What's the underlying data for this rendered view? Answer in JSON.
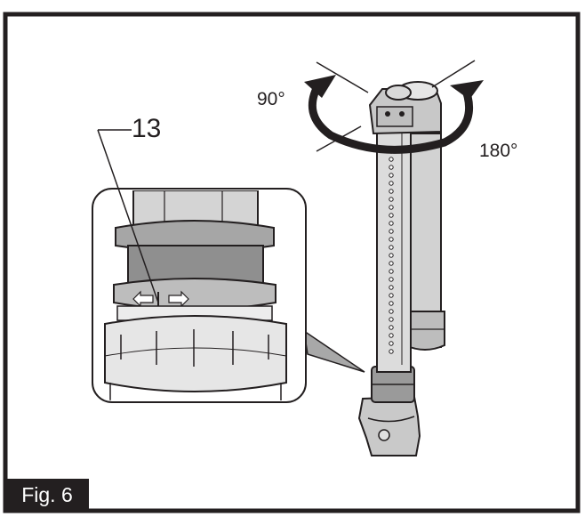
{
  "figure": {
    "label": "Fig. 6",
    "callout_number": "13",
    "angle_left": "90°",
    "angle_right": "180°"
  },
  "colors": {
    "ink": "#231f20",
    "light_gray": "#d6d6d6",
    "mid_gray": "#b9b9b9",
    "dark_gray": "#8f8f8f",
    "zoom_gray": "#a8a8a8"
  }
}
